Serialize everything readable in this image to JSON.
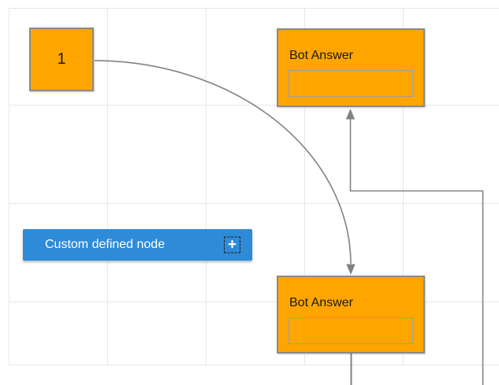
{
  "canvas": {
    "start_node": {
      "label": "1"
    },
    "bot_nodes": [
      {
        "title": "Bot Answer",
        "input_value": "",
        "input_placeholder": ""
      },
      {
        "title": "Bot Answer",
        "input_value": "",
        "input_placeholder": ""
      }
    ],
    "custom_node": {
      "label": "Custom defined node",
      "add_icon_glyph": "+"
    },
    "colors": {
      "node_orange": "#FFA500",
      "node_border": "#8A8A8A",
      "custom_blue": "#2E8BD8",
      "connector_gray": "#828282",
      "grid_line": "#E7E7E7",
      "input_border": "#9E9E9E",
      "text_dark": "#1A1A1A",
      "text_light": "#FFFFFF"
    }
  }
}
